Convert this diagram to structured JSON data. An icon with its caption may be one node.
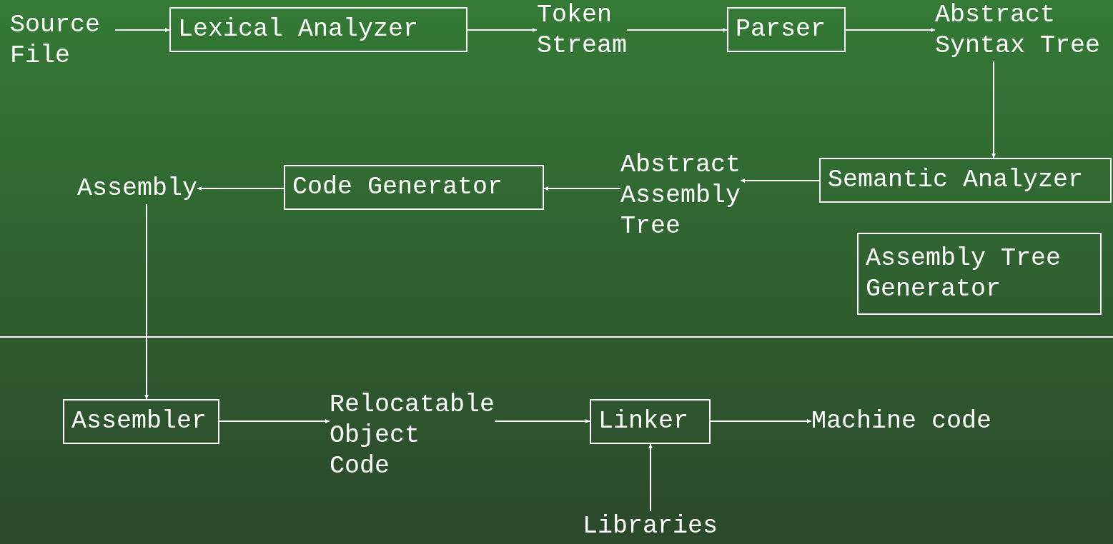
{
  "diagram": {
    "nodes": [
      {
        "text": [
          "Source File"
        ]
      },
      {
        "text": [
          "Lexical Analyzer"
        ]
      },
      {
        "text": [
          "Token Stream"
        ]
      },
      {
        "text": [
          "Parser"
        ]
      },
      {
        "text": [
          "Abstract Syntax Tree"
        ]
      },
      {
        "text": [
          "Semantic Analyzer"
        ]
      },
      {
        "text": [
          "Abstract Assembly Tree"
        ]
      },
      {
        "text": [
          "Code Generator"
        ]
      },
      {
        "text": [
          "Assembly"
        ]
      },
      {
        "text": [
          "Assembly Tree Generator"
        ]
      },
      {
        "text": [
          "Assembler"
        ]
      },
      {
        "text": [
          "Relocatable Object Code"
        ]
      },
      {
        "text": [
          "Linker"
        ]
      },
      {
        "text": [
          "Machine code"
        ]
      },
      {
        "text": [
          "Libraries"
        ]
      }
    ],
    "edges": [
      {
        "from": 0,
        "to": 1,
        "arrow": "to"
      },
      {
        "from": 1,
        "to": 2,
        "arrow": "to"
      },
      {
        "from": 2,
        "to": 3,
        "arrow": "to"
      },
      {
        "from": 3,
        "to": 4,
        "arrow": "to"
      },
      {
        "from": 4,
        "to": 5,
        "arrow": "to"
      },
      {
        "from": 5,
        "to": 6,
        "arrow": "to"
      },
      {
        "from": 6,
        "to": 7,
        "arrow": "to"
      },
      {
        "from": 7,
        "to": 8,
        "arrow": "to"
      },
      {
        "from": 8,
        "to": 10,
        "arrow": "to"
      },
      {
        "from": 10,
        "to": 11,
        "arrow": "to"
      },
      {
        "from": 11,
        "to": 12,
        "arrow": "to"
      },
      {
        "from": 12,
        "to": 13,
        "arrow": "to"
      },
      {
        "from": 14,
        "to": 12,
        "arrow": "to"
      }
    ]
  }
}
